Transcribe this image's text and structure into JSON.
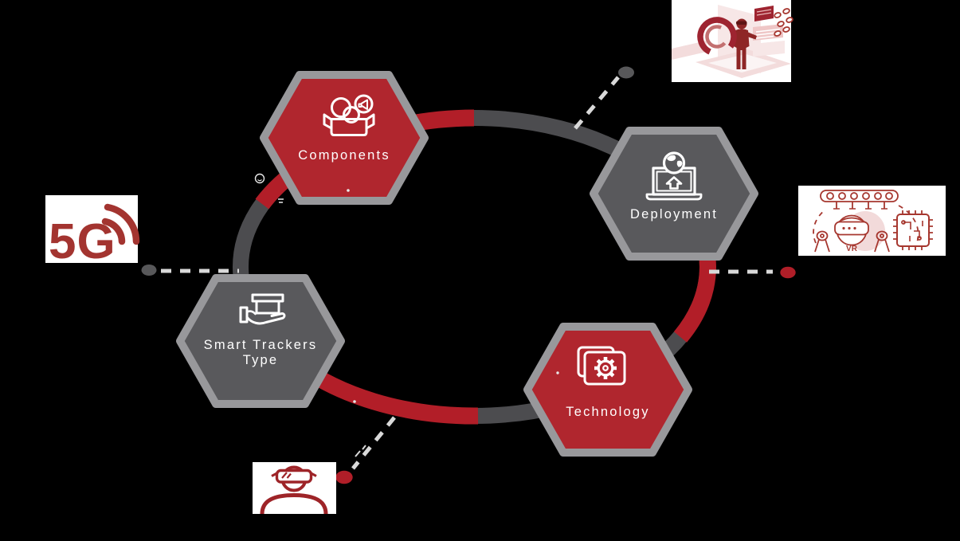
{
  "colors": {
    "background": "#000000",
    "node_red": "#B0262E",
    "node_gray": "#59595C",
    "node_border": "#98989B",
    "ring_red": "#B21E28",
    "ring_gray": "#4C4C4F",
    "dashed_line": "#D9D9D9",
    "dot_gray": "#58585A",
    "dot_red": "#B01E28",
    "illustration_red": "#A6372F",
    "illustration_pink": "#F3DCDC",
    "label_text": "#FFFFFF"
  },
  "diagram": {
    "type": "hexagon-cycle",
    "nodes": [
      {
        "id": "components",
        "label": "Components",
        "variant": "red",
        "icon": "parts-box-megaphone-icon"
      },
      {
        "id": "deployment",
        "label": "Deployment",
        "variant": "gray",
        "icon": "laptop-globe-upload-icon"
      },
      {
        "id": "technology",
        "label": "Technology",
        "variant": "red",
        "icon": "gear-cards-icon"
      },
      {
        "id": "smart_trackers_type",
        "label": "Smart Trackers Type",
        "variant": "gray",
        "icon": "hand-holding-box-icon"
      }
    ]
  },
  "callouts": {
    "five_g_label": "5G",
    "vr_badge_label": "VR"
  }
}
